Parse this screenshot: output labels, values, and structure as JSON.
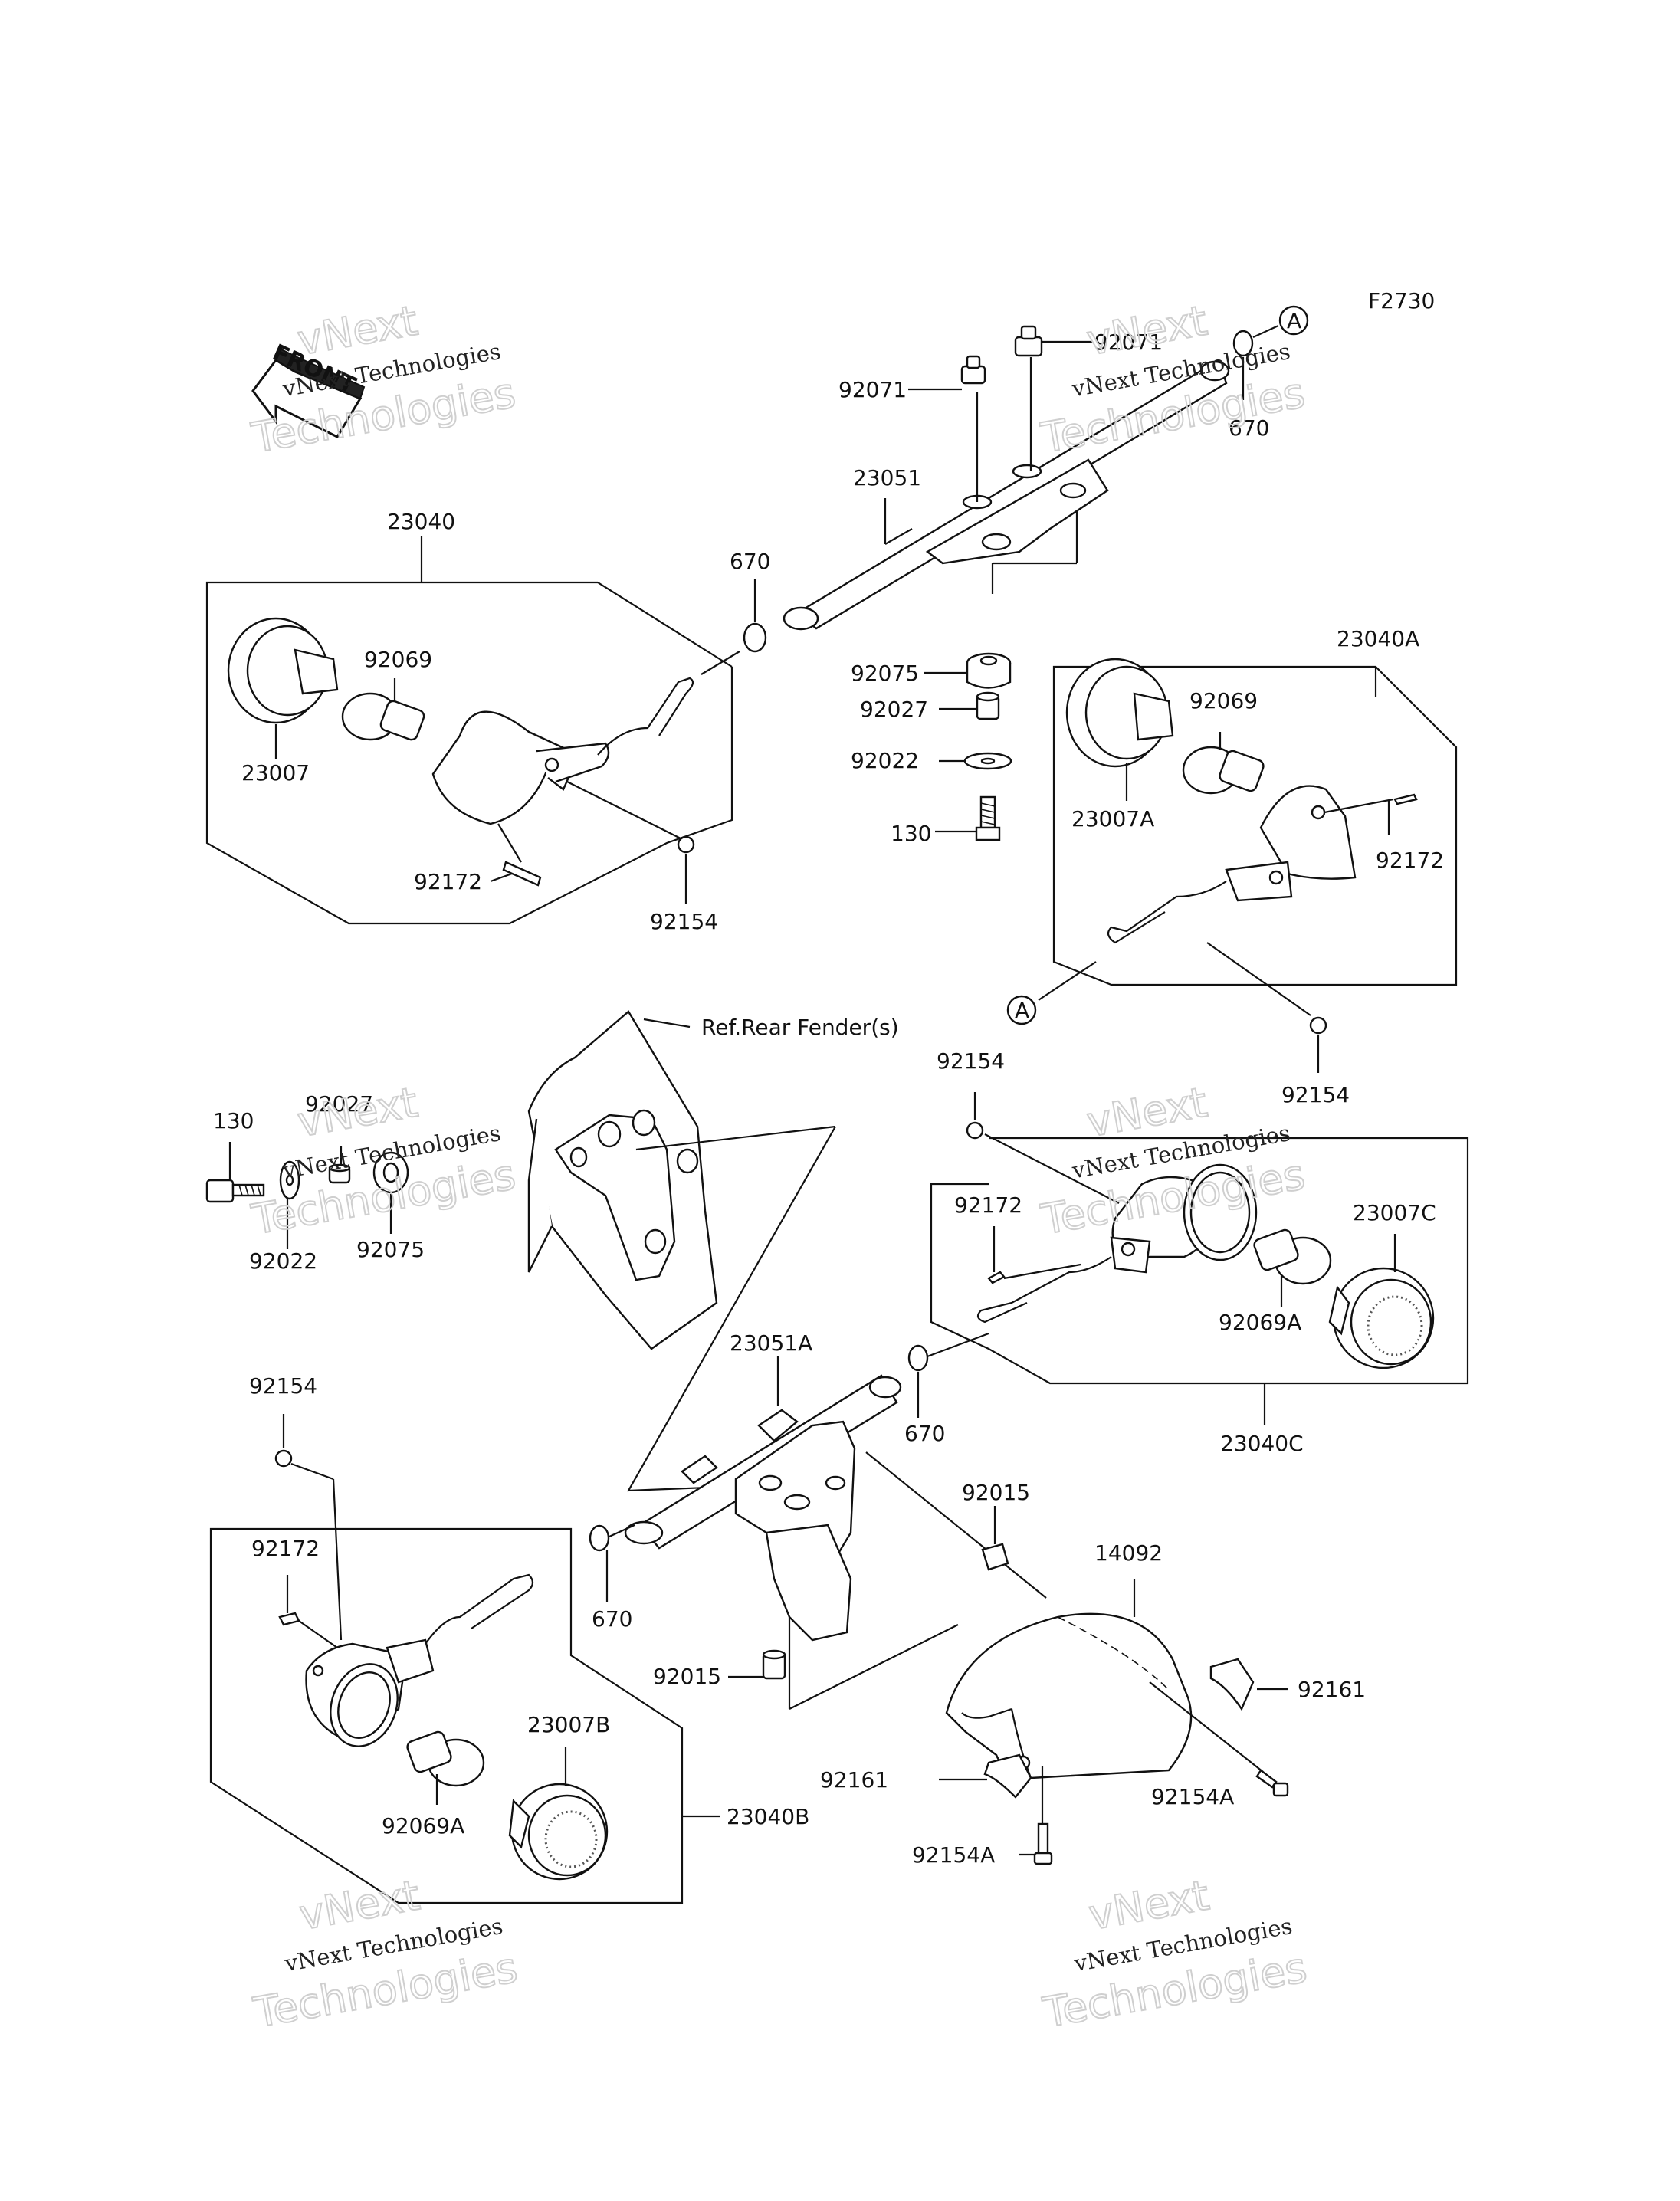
{
  "figure_code": "F2730",
  "front_label": "FRONT",
  "ref_note": "Ref.Rear Fender(s)",
  "connector_letter": "A",
  "watermark": {
    "line1": "vNext Technologies",
    "line2a": "vNext",
    "line2b": "Technologies"
  },
  "labels": [
    {
      "id": "p92071a",
      "text": "92071"
    },
    {
      "id": "p92071b",
      "text": "92071"
    },
    {
      "id": "p670a",
      "text": "670"
    },
    {
      "id": "p23051",
      "text": "23051"
    },
    {
      "id": "p670b",
      "text": "670"
    },
    {
      "id": "p23040",
      "text": "23040"
    },
    {
      "id": "p92069a",
      "text": "92069"
    },
    {
      "id": "p23007",
      "text": "23007"
    },
    {
      "id": "p92172a",
      "text": "92172"
    },
    {
      "id": "p92154a",
      "text": "92154"
    },
    {
      "id": "p92075a",
      "text": "92075"
    },
    {
      "id": "p92027a",
      "text": "92027"
    },
    {
      "id": "p92022a",
      "text": "92022"
    },
    {
      "id": "p130a",
      "text": "130"
    },
    {
      "id": "p23040A",
      "text": "23040A"
    },
    {
      "id": "p92069b",
      "text": "92069"
    },
    {
      "id": "p23007A",
      "text": "23007A"
    },
    {
      "id": "p92172b",
      "text": "92172"
    },
    {
      "id": "p92154b",
      "text": "92154"
    },
    {
      "id": "p130b",
      "text": "130"
    },
    {
      "id": "p92027b",
      "text": "92027"
    },
    {
      "id": "p92022b",
      "text": "92022"
    },
    {
      "id": "p92075b",
      "text": "92075"
    },
    {
      "id": "p92154c",
      "text": "92154"
    },
    {
      "id": "p92172c",
      "text": "92172"
    },
    {
      "id": "p23007C",
      "text": "23007C"
    },
    {
      "id": "p92069A1",
      "text": "92069A"
    },
    {
      "id": "p23040C",
      "text": "23040C"
    },
    {
      "id": "p23051A",
      "text": "23051A"
    },
    {
      "id": "p670c",
      "text": "670"
    },
    {
      "id": "p92154d",
      "text": "92154"
    },
    {
      "id": "p92172d",
      "text": "92172"
    },
    {
      "id": "p670d",
      "text": "670"
    },
    {
      "id": "p92015a",
      "text": "92015"
    },
    {
      "id": "p14092",
      "text": "14092"
    },
    {
      "id": "p92015b",
      "text": "92015"
    },
    {
      "id": "p92161a",
      "text": "92161"
    },
    {
      "id": "p23007B",
      "text": "23007B"
    },
    {
      "id": "p92161b",
      "text": "92161"
    },
    {
      "id": "p92154A1",
      "text": "92154A"
    },
    {
      "id": "p92069A2",
      "text": "92069A"
    },
    {
      "id": "p23040B",
      "text": "23040B"
    },
    {
      "id": "p92154A2",
      "text": "92154A"
    }
  ]
}
